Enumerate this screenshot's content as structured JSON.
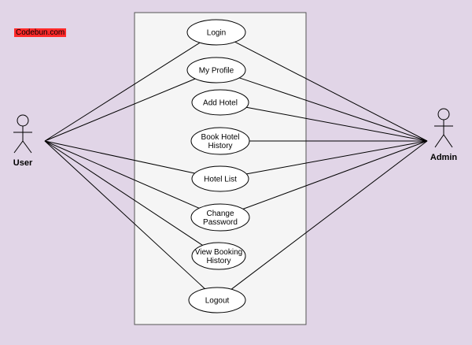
{
  "watermark": "Codebun.com",
  "actors": {
    "user": "User",
    "admin": "Admin"
  },
  "use_cases": {
    "login": [
      "Login"
    ],
    "my_profile": [
      "My Profile"
    ],
    "add_hotel": [
      "Add Hotel"
    ],
    "book_hotel_history": [
      "Book Hotel",
      "History"
    ],
    "hotel_list": [
      "Hotel List"
    ],
    "change_password": [
      "Change",
      "Password"
    ],
    "view_booking_history": [
      "View Booking",
      "History"
    ],
    "logout": [
      "Logout"
    ]
  },
  "associations": {
    "user": [
      "login",
      "my_profile",
      "hotel_list",
      "change_password",
      "view_booking_history",
      "logout"
    ],
    "admin": [
      "login",
      "my_profile",
      "add_hotel",
      "book_hotel_history",
      "hotel_list",
      "change_password",
      "logout"
    ]
  },
  "colors": {
    "background": "#e1d5e7",
    "system_boundary_fill": "#f5f5f5",
    "stroke": "#000000",
    "watermark_bg": "#ff2a2a"
  }
}
